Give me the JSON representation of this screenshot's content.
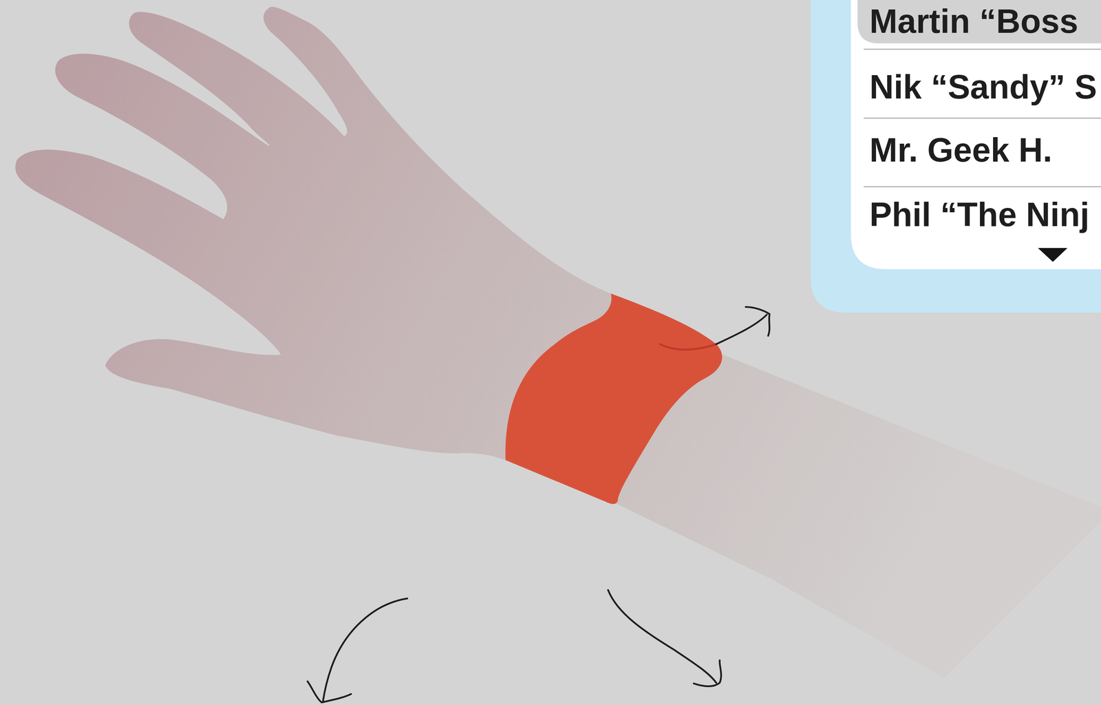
{
  "diagram": {
    "nodes": [
      {
        "text": [
          "Martin “Boss",
          "Nik “Sandy” S",
          "Mr. Geek H.",
          "Phil “The Ninj"
        ]
      }
    ]
  }
}
